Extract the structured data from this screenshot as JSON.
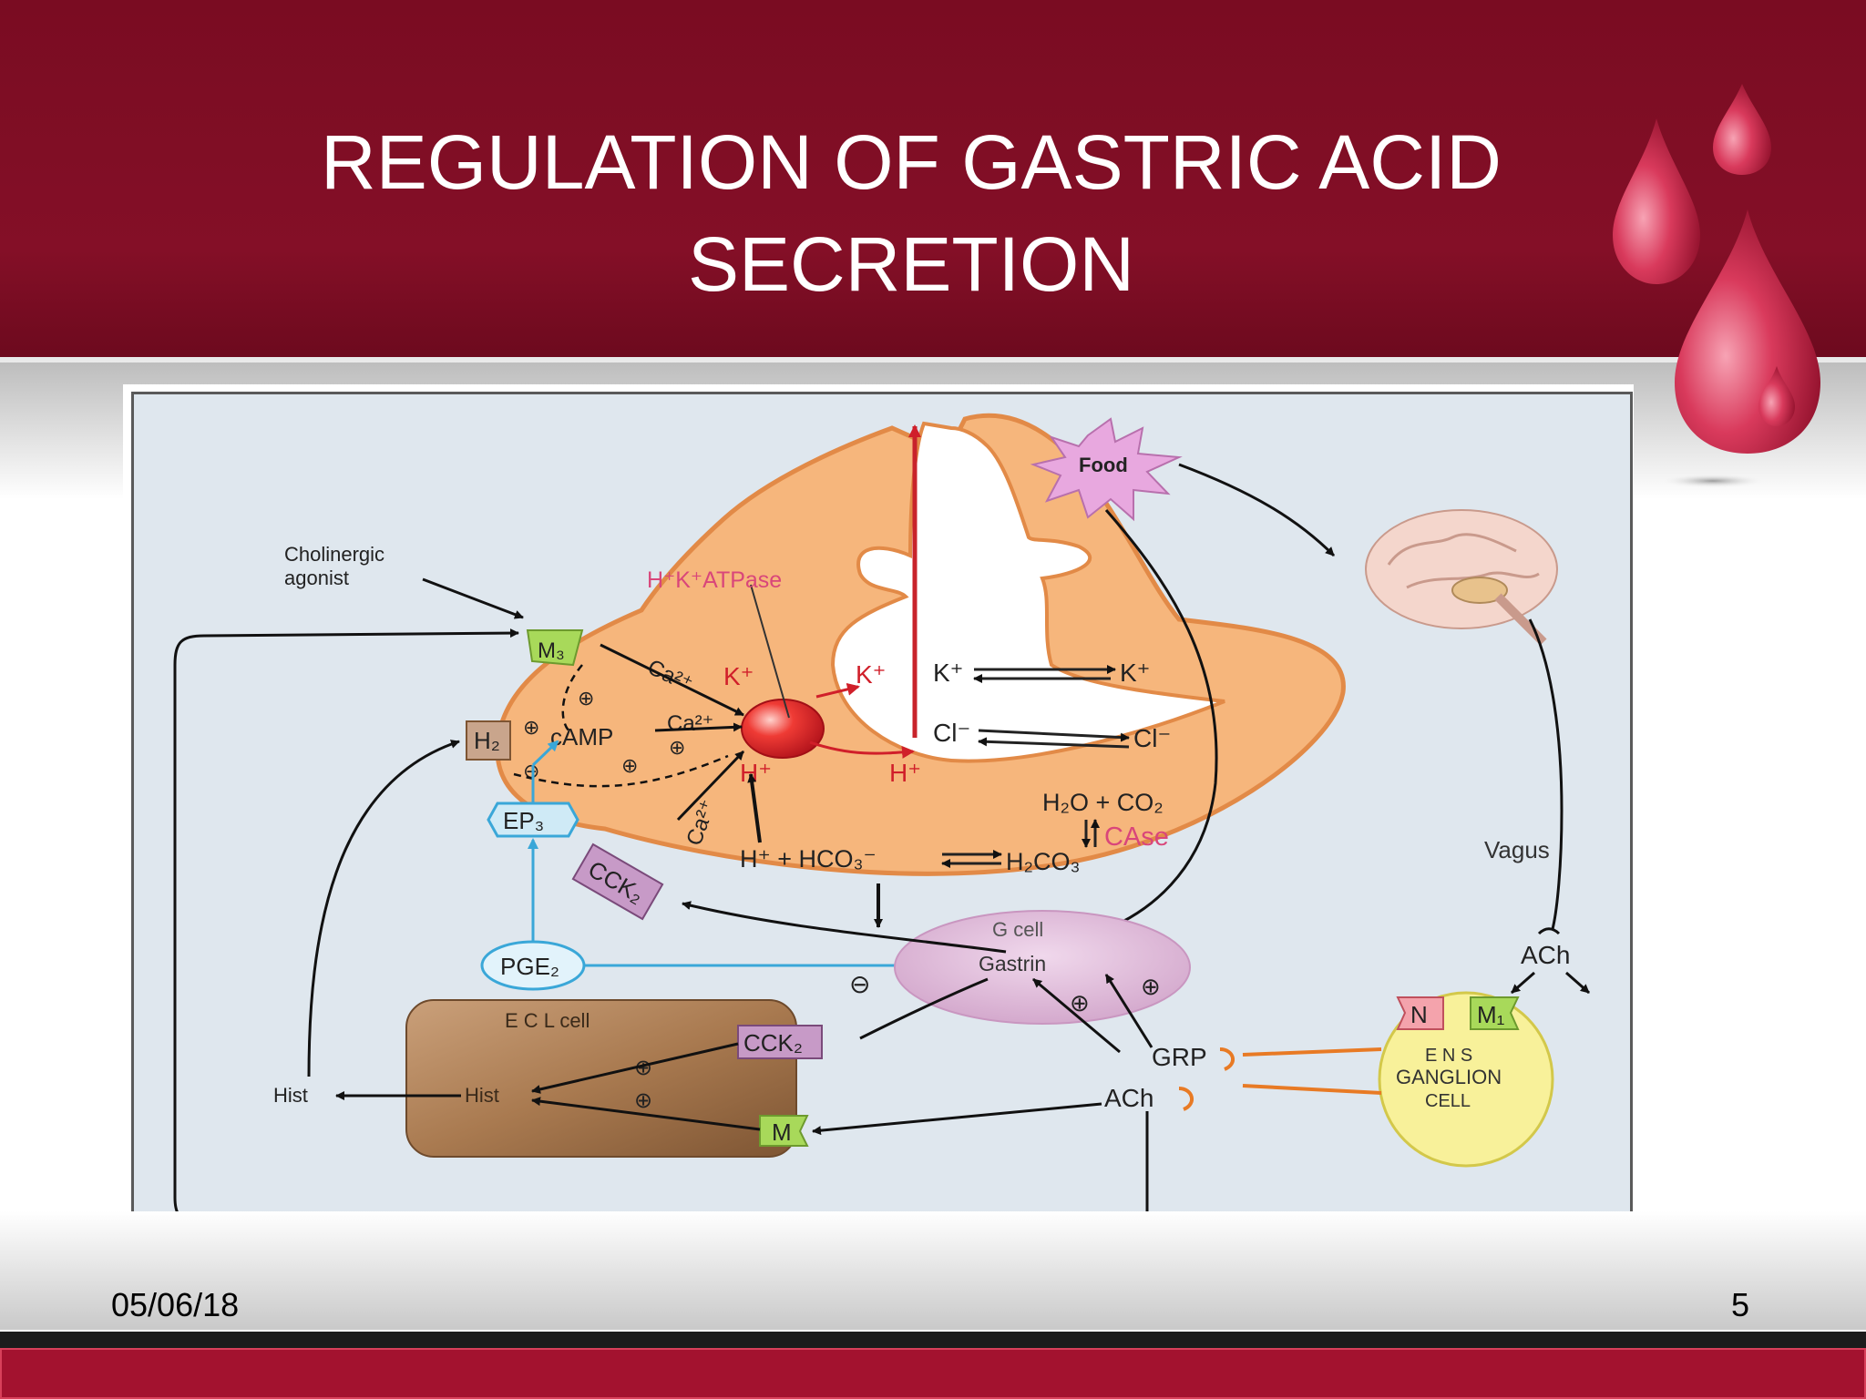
{
  "slide": {
    "title_line1": "REGULATION OF GASTRIC ACID",
    "title_line2": "SECRETION",
    "date": "05/06/18",
    "page_number": "5"
  },
  "colors": {
    "header": "#7a0c22",
    "cell": "#f6b67c",
    "receptor_green": "#a8d95a",
    "receptor_purple": "#c79ac7",
    "blue_pathway": "#3aa7d8",
    "ecl_cell": "#a97a50",
    "ens_cell": "#f8f19a",
    "g_cell": "#dfb8d9"
  },
  "diagram": {
    "cholinergic_l1": "Cholinergic",
    "cholinergic_l2": "agonist",
    "atpase": "H⁺K⁺ATPase",
    "m3": "M₃",
    "h2": "H₂",
    "ep3": "EP₃",
    "cck2_left": "CCK₂",
    "pge2": "PGE₂",
    "camp": "cAMP",
    "ca_1": "Ca²⁺",
    "ca_2": "Ca²⁺",
    "ca_3": "Ca²⁺",
    "k_1": "K⁺",
    "k_2": "K⁺",
    "k_3": "K⁺",
    "k_4": "K⁺",
    "cl_1": "Cl⁻",
    "cl_2": "Cl⁻",
    "h_1": "H⁺",
    "h_2": "H⁺",
    "h2o_co2": "H₂O + CO₂",
    "case": "CAse",
    "bicarb": "H⁺ + HCO₃⁻",
    "h2co3": "H₂CO₃",
    "food": "Food",
    "vagus": "Vagus",
    "ach_top": "ACh",
    "n": "N",
    "m1": "M₁",
    "ens_l1": "E N S",
    "ens_l2": "GANGLION",
    "ens_l3": "CELL",
    "g_cell": "G cell",
    "gastrin": "Gastrin",
    "grp": "GRP",
    "ach_bottom": "ACh",
    "ecl": "E C L cell",
    "hist_inner": "Hist",
    "hist_outer": "Hist",
    "cck2_ecl": "CCK₂",
    "m": "M",
    "plus": "⊕",
    "minus": "⊖"
  }
}
